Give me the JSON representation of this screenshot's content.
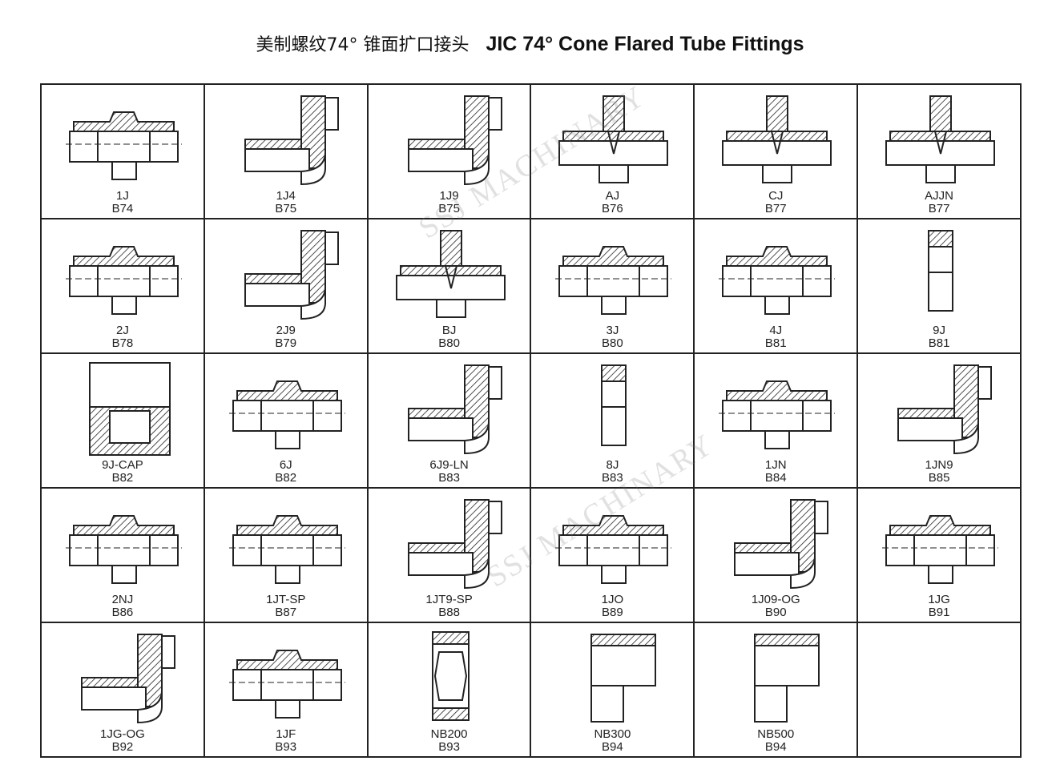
{
  "title": {
    "chinese": "美制螺纹74° 锥面扩口接头",
    "english": "JIC 74° Cone Flared Tube Fittings"
  },
  "watermark": "SSJ MACHINARY",
  "fittings": [
    {
      "code": "1J",
      "page": "B74",
      "icon": "straight-union-icon"
    },
    {
      "code": "1J4",
      "page": "B75",
      "icon": "elbow-45-icon"
    },
    {
      "code": "1J9",
      "page": "B75",
      "icon": "elbow-90-icon"
    },
    {
      "code": "AJ",
      "page": "B76",
      "icon": "tee-icon"
    },
    {
      "code": "CJ",
      "page": "B77",
      "icon": "tee-swivel-run-icon"
    },
    {
      "code": "AJJN",
      "page": "B77",
      "icon": "tee-icon"
    },
    {
      "code": "2J",
      "page": "B78",
      "icon": "straight-swivel-icon"
    },
    {
      "code": "2J9",
      "page": "B79",
      "icon": "elbow-90-swivel-icon"
    },
    {
      "code": "BJ",
      "page": "B80",
      "icon": "tee-swivel-branch-icon"
    },
    {
      "code": "3J",
      "page": "B80",
      "icon": "double-swivel-icon"
    },
    {
      "code": "4J",
      "page": "B81",
      "icon": "bulkhead-icon"
    },
    {
      "code": "9J",
      "page": "B81",
      "icon": "swivel-nut-icon"
    },
    {
      "code": "9J-CAP",
      "page": "B82",
      "icon": "cap-icon"
    },
    {
      "code": "6J",
      "page": "B82",
      "icon": "long-straight-icon"
    },
    {
      "code": "6J9-LN",
      "page": "B83",
      "icon": "long-elbow-icon"
    },
    {
      "code": "8J",
      "page": "B83",
      "icon": "plug-icon"
    },
    {
      "code": "1JN",
      "page": "B84",
      "icon": "straight-union-icon"
    },
    {
      "code": "1JN9",
      "page": "B85",
      "icon": "elbow-90-icon"
    },
    {
      "code": "2NJ",
      "page": "B86",
      "icon": "straight-swivel-icon"
    },
    {
      "code": "1JT-SP",
      "page": "B87",
      "icon": "straight-union-icon"
    },
    {
      "code": "1JT9-SP",
      "page": "B88",
      "icon": "elbow-90-icon"
    },
    {
      "code": "1JO",
      "page": "B89",
      "icon": "straight-oring-icon"
    },
    {
      "code": "1J09-OG",
      "page": "B90",
      "icon": "elbow-90-oring-icon"
    },
    {
      "code": "1JG",
      "page": "B91",
      "icon": "straight-bsp-icon"
    },
    {
      "code": "1JG-OG",
      "page": "B92",
      "icon": "elbow-90-oring-icon"
    },
    {
      "code": "1JF",
      "page": "B93",
      "icon": "straight-union-icon"
    },
    {
      "code": "NB200",
      "page": "B93",
      "icon": "nut-icon"
    },
    {
      "code": "NB300",
      "page": "B94",
      "icon": "sleeve-icon"
    },
    {
      "code": "NB500",
      "page": "B94",
      "icon": "sleeve-flat-icon"
    },
    {
      "code": "",
      "page": "",
      "icon": "empty"
    }
  ]
}
